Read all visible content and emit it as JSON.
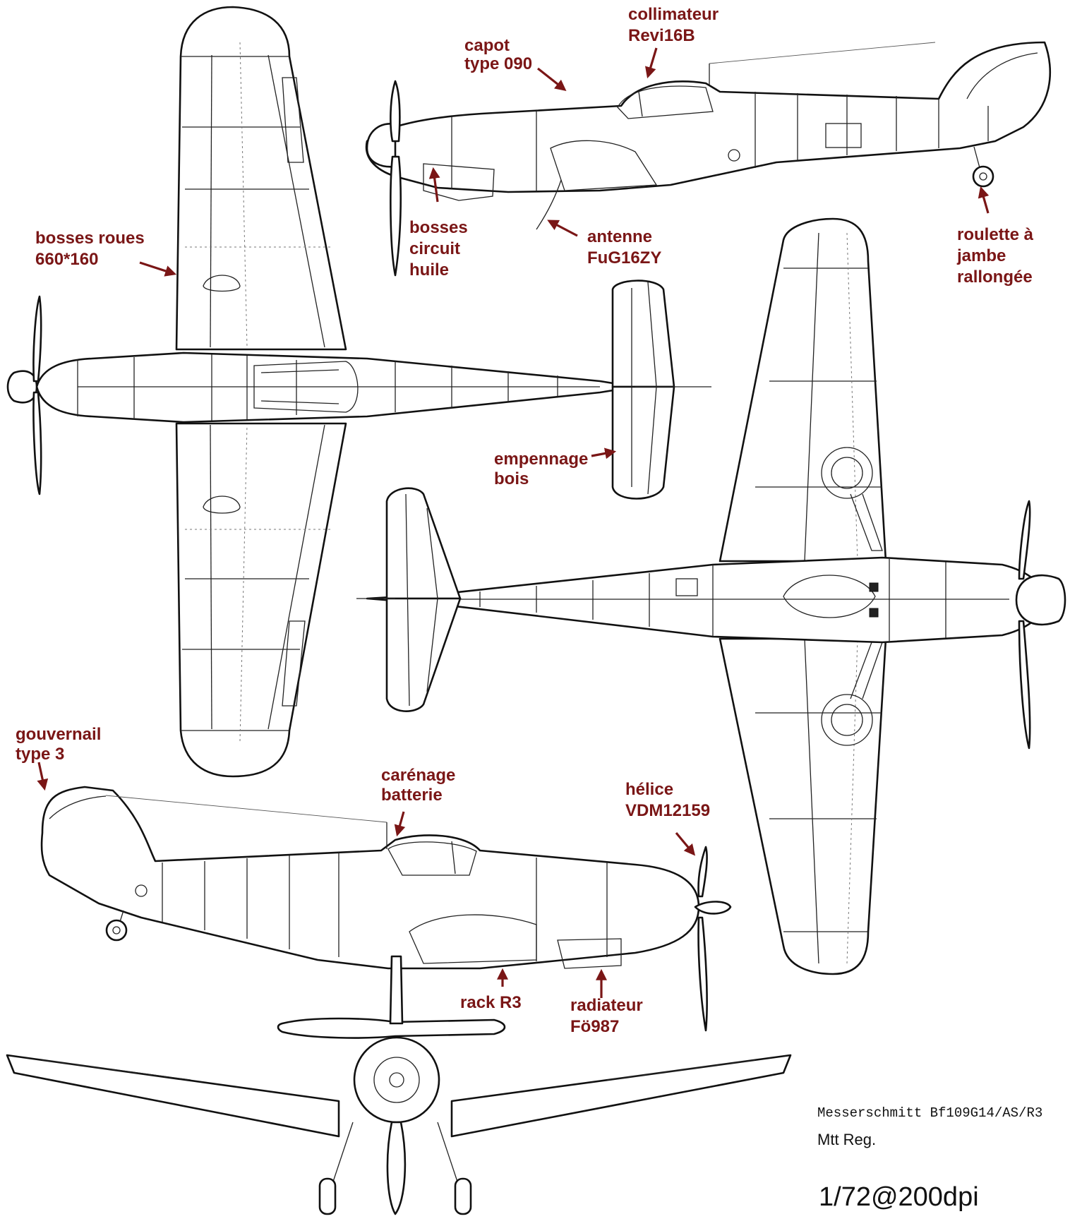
{
  "labels": {
    "capot": [
      "capot",
      "type 090"
    ],
    "collimateur": [
      "collimateur",
      "Revi16B"
    ],
    "bosses_roues": [
      "bosses roues",
      "660*160"
    ],
    "bosses_circuit": [
      "bosses",
      "circuit",
      "huile"
    ],
    "antenne": [
      "antenne",
      "FuG16ZY"
    ],
    "roulette": [
      "roulette à",
      "jambe",
      "rallongée"
    ],
    "empennage": [
      "empennage",
      "bois"
    ],
    "gouvernail": [
      "gouvernail",
      "type 3"
    ],
    "carenage": [
      "carénage",
      "batterie"
    ],
    "helice": [
      "hélice",
      "VDM12159"
    ],
    "rack": [
      "rack R3"
    ],
    "radiateur": [
      "radiateur",
      "Fö987"
    ]
  },
  "caption": {
    "model": "Messerschmitt Bf109G14/AS/R3",
    "author": "Mtt Reg.",
    "scale": "1/72@200dpi"
  },
  "colors": {
    "label": "#7a1616",
    "line": "#111111",
    "background": "#ffffff"
  }
}
